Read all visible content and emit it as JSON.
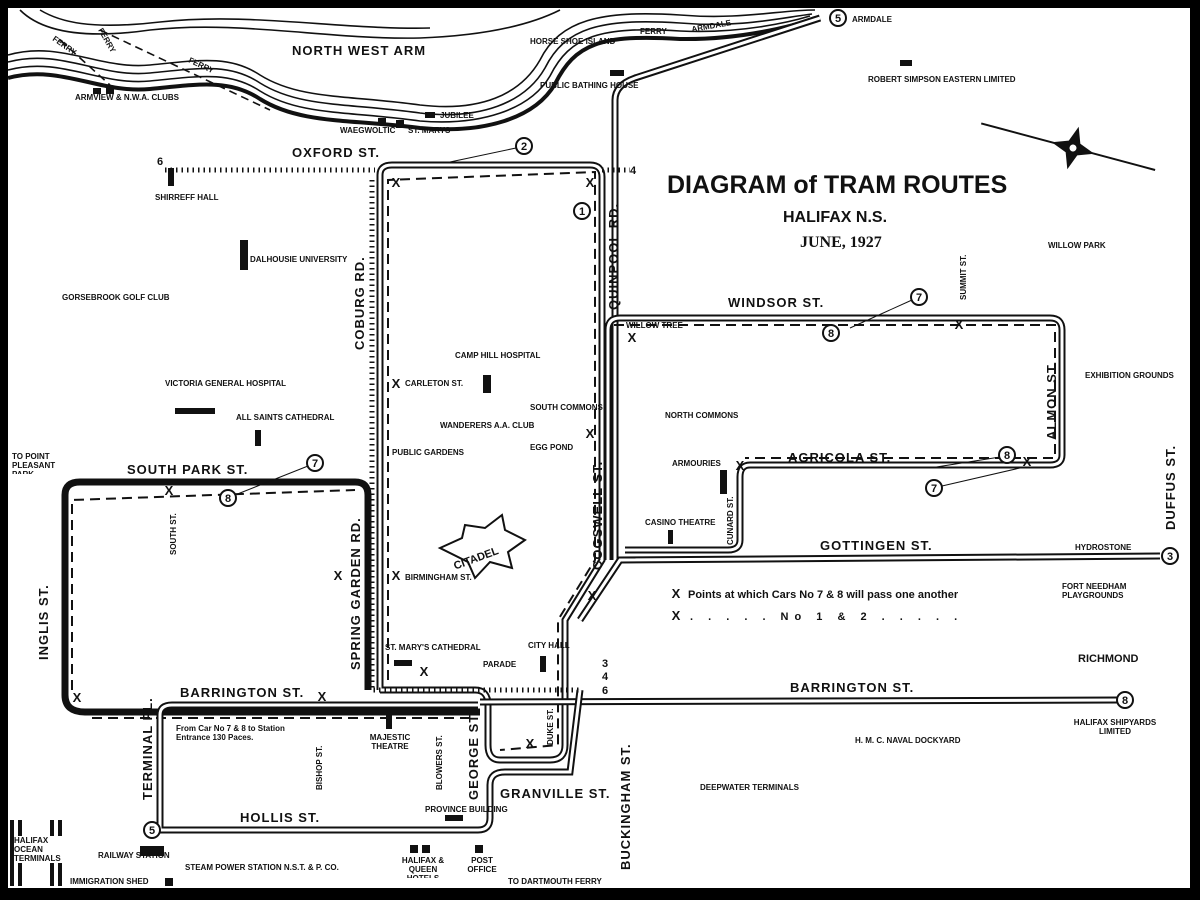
{
  "title": "DIAGRAM of TRAM ROUTES",
  "subtitle": "HALIFAX N.S.",
  "date": "JUNE, 1927",
  "colors": {
    "ink": "#111111",
    "paper": "#ffffff",
    "frame": "#000000"
  },
  "legend": {
    "marker": "X",
    "passing_7_8": "Points at which Cars No 7 & 8 will pass one another",
    "passing_1_2": ". . . . . No 1 & 2 . . . . ."
  },
  "streets": {
    "oxford": "OXFORD ST.",
    "coburg": "COBURG RD.",
    "quinpool": "QUINPOOL RD.",
    "windsor": "WINDSOR ST.",
    "almon": "ALMON ST.",
    "agricola": "AGRICOLA ST.",
    "gottingen": "GOTTINGEN ST.",
    "cogswell": "COGSWELL ST.",
    "cunard": "CUNARD ST.",
    "south_park": "SOUTH PARK ST.",
    "south": "SOUTH ST.",
    "inglis": "INGLIS ST.",
    "spring_garden": "SPRING GARDEN RD.",
    "barrington_w": "BARRINGTON ST.",
    "barrington_e": "BARRINGTON ST.",
    "terminal": "TERMINAL PL.",
    "bishop": "BISHOP ST.",
    "blowers": "BLOWERS ST.",
    "george": "GEORGE ST.",
    "hollis": "HOLLIS ST.",
    "granville": "GRANVILLE ST.",
    "buckingham": "BUCKINGHAM ST.",
    "duke": "DUKE ST.",
    "summit": "SUMMIT ST.",
    "duffus": "DUFFUS ST.",
    "carleton": "CARLETON ST.",
    "birmingham": "BIRMINGHAM ST.",
    "willow_tree": "WILLOW TREE"
  },
  "places": {
    "north_west_arm": "NORTH WEST ARM",
    "ferry1": "FERRY",
    "ferry2": "FERRY",
    "ferry3": "FERRY",
    "ferry4": "FERRY",
    "armdale": "ARMDALE",
    "armdale_small": "ARMDALE",
    "horseshoe_island": "HORSE SHOE ISLAND",
    "bathing_house": "PUBLIC BATHING HOUSE",
    "arm_clubs": "ARMVIEW & N.W.A. CLUBS",
    "waegwoltic": "WAEGWOLTIC",
    "st_marys": "ST. MARYS",
    "jubilee": "JUBILEE",
    "robert_simpson": "ROBERT SIMPSON EASTERN LIMITED",
    "willow_park": "WILLOW PARK",
    "shirreff": "SHIRREFF HALL",
    "dalhousie": "DALHOUSIE UNIVERSITY",
    "gorsebrook": "GORSEBROOK GOLF CLUB",
    "victoria": "VICTORIA GENERAL HOSPITAL",
    "all_saints": "ALL SAINTS CATHEDRAL",
    "camp_hill": "CAMP HILL HOSPITAL",
    "wanderers": "WANDERERS A.A. CLUB",
    "public_gardens": "PUBLIC GARDENS",
    "south_commons": "SOUTH COMMONS",
    "egg_pond": "EGG POND",
    "citadel": "CITADEL",
    "north_commons": "NORTH COMMONS",
    "armouries": "ARMOURIES",
    "casino": "CASINO THEATRE",
    "exhibition": "EXHIBITION GROUNDS",
    "hydrostone": "HYDROSTONE",
    "fort_needham": "FORT NEEDHAM PLAYGROUNDS",
    "richmond": "RICHMOND",
    "shipyards": "HALIFAX SHIPYARDS LIMITED",
    "dockyard": "H. M. C. NAVAL DOCKYARD",
    "deepwater": "DEEPWATER TERMINALS",
    "st_marys_cathedral": "ST. MARY'S CATHEDRAL",
    "city_hall": "CITY HALL",
    "parade": "PARADE",
    "majestic": "MAJESTIC THEATRE",
    "province": "PROVINCE BUILDING",
    "hotels": "HALIFAX & QUEEN HOTELS",
    "post_office": "POST OFFICE",
    "to_dartmouth": "TO DARTMOUTH FERRY",
    "railway": "RAILWAY STATION",
    "steam": "STEAM POWER STATION N.S.T. & P. CO.",
    "immigration": "IMMIGRATION SHED",
    "ocean_terminals": "HALIFAX OCEAN TERMINALS",
    "to_point_pleasant": "TO POINT PLEASANT PARK",
    "note": "From Car No 7 & 8 to Station Entrance 130 Paces."
  },
  "route_numbers": {
    "r1": "1",
    "r2": "2",
    "r3a": "3",
    "r3b": "3",
    "r4a": "4",
    "r4b": "4",
    "r5a": "5",
    "r5b": "5",
    "r6a": "6",
    "r6b": "6",
    "r7a": "7",
    "r7b": "7",
    "r7c": "7",
    "r8a": "8",
    "r8b": "8",
    "r8c": "8"
  }
}
